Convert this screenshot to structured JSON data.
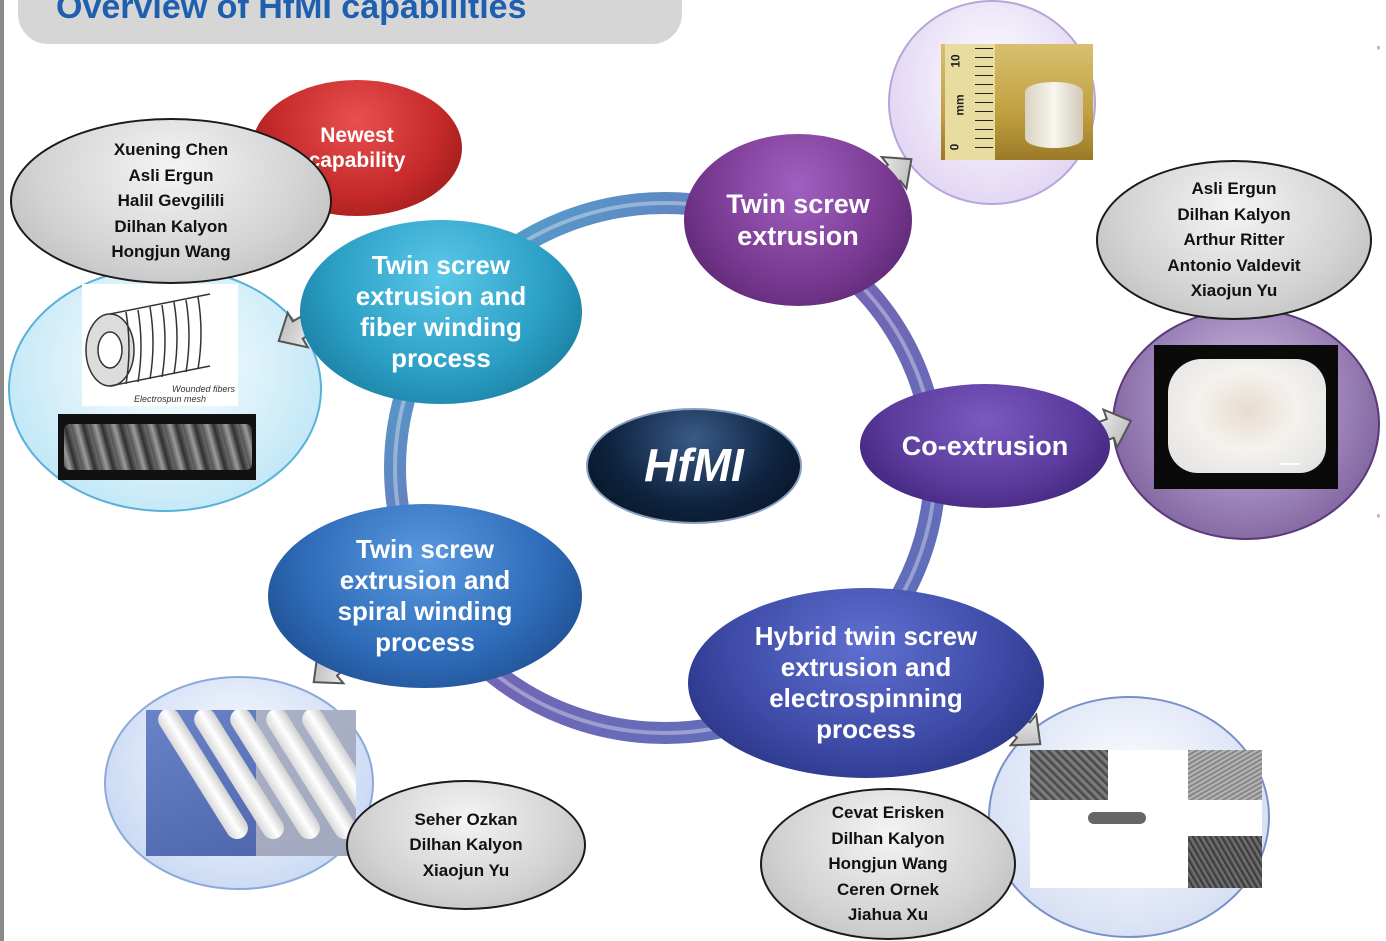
{
  "title": "Overview of HfMI capabilities",
  "center_label": "HfMI",
  "badge": "Newest\ncapability",
  "processes": {
    "twin_screw": "Twin screw\nextrusion",
    "coextrusion": "Co-extrusion",
    "hybrid": "Hybrid twin screw\nextrusion and\nelectrospinning\nprocess",
    "spiral": "Twin screw\nextrusion and\nspiral winding\nprocess",
    "fiber": "Twin screw\nextrusion and\nfiber winding\nprocess"
  },
  "people": {
    "fiber": "Xuening Chen\nAsli Ergun\nHalil Gevgilili\nDilhan Kalyon\nHongjun Wang",
    "twin_screw": "Asli Ergun\nDilhan Kalyon\nArthur Ritter\nAntonio Valdevit\nXiaojun Yu",
    "spiral": "Seher Ozkan\nDilhan Kalyon\nXiaojun Yu",
    "hybrid": "Cevat Erisken\nDilhan Kalyon\nHongjun Wang\nCeren Ornek\nJiahua Xu"
  },
  "figure_labels": {
    "wounded_fibers": "Wounded fibers",
    "electrospun_mesh": "Electrospun mesh",
    "ruler_mm": "mm",
    "ruler_0": "0",
    "ruler_10": "10"
  },
  "colors": {
    "title": "#1f5fb0",
    "twin_screw": "#7a3a92",
    "coextrusion": "#5a3a9a",
    "hybrid": "#3d4aa6",
    "spiral": "#2e6bb8",
    "fiber": "#2a9ec4",
    "badge": "#c62a2a",
    "center": "#0f2440"
  }
}
